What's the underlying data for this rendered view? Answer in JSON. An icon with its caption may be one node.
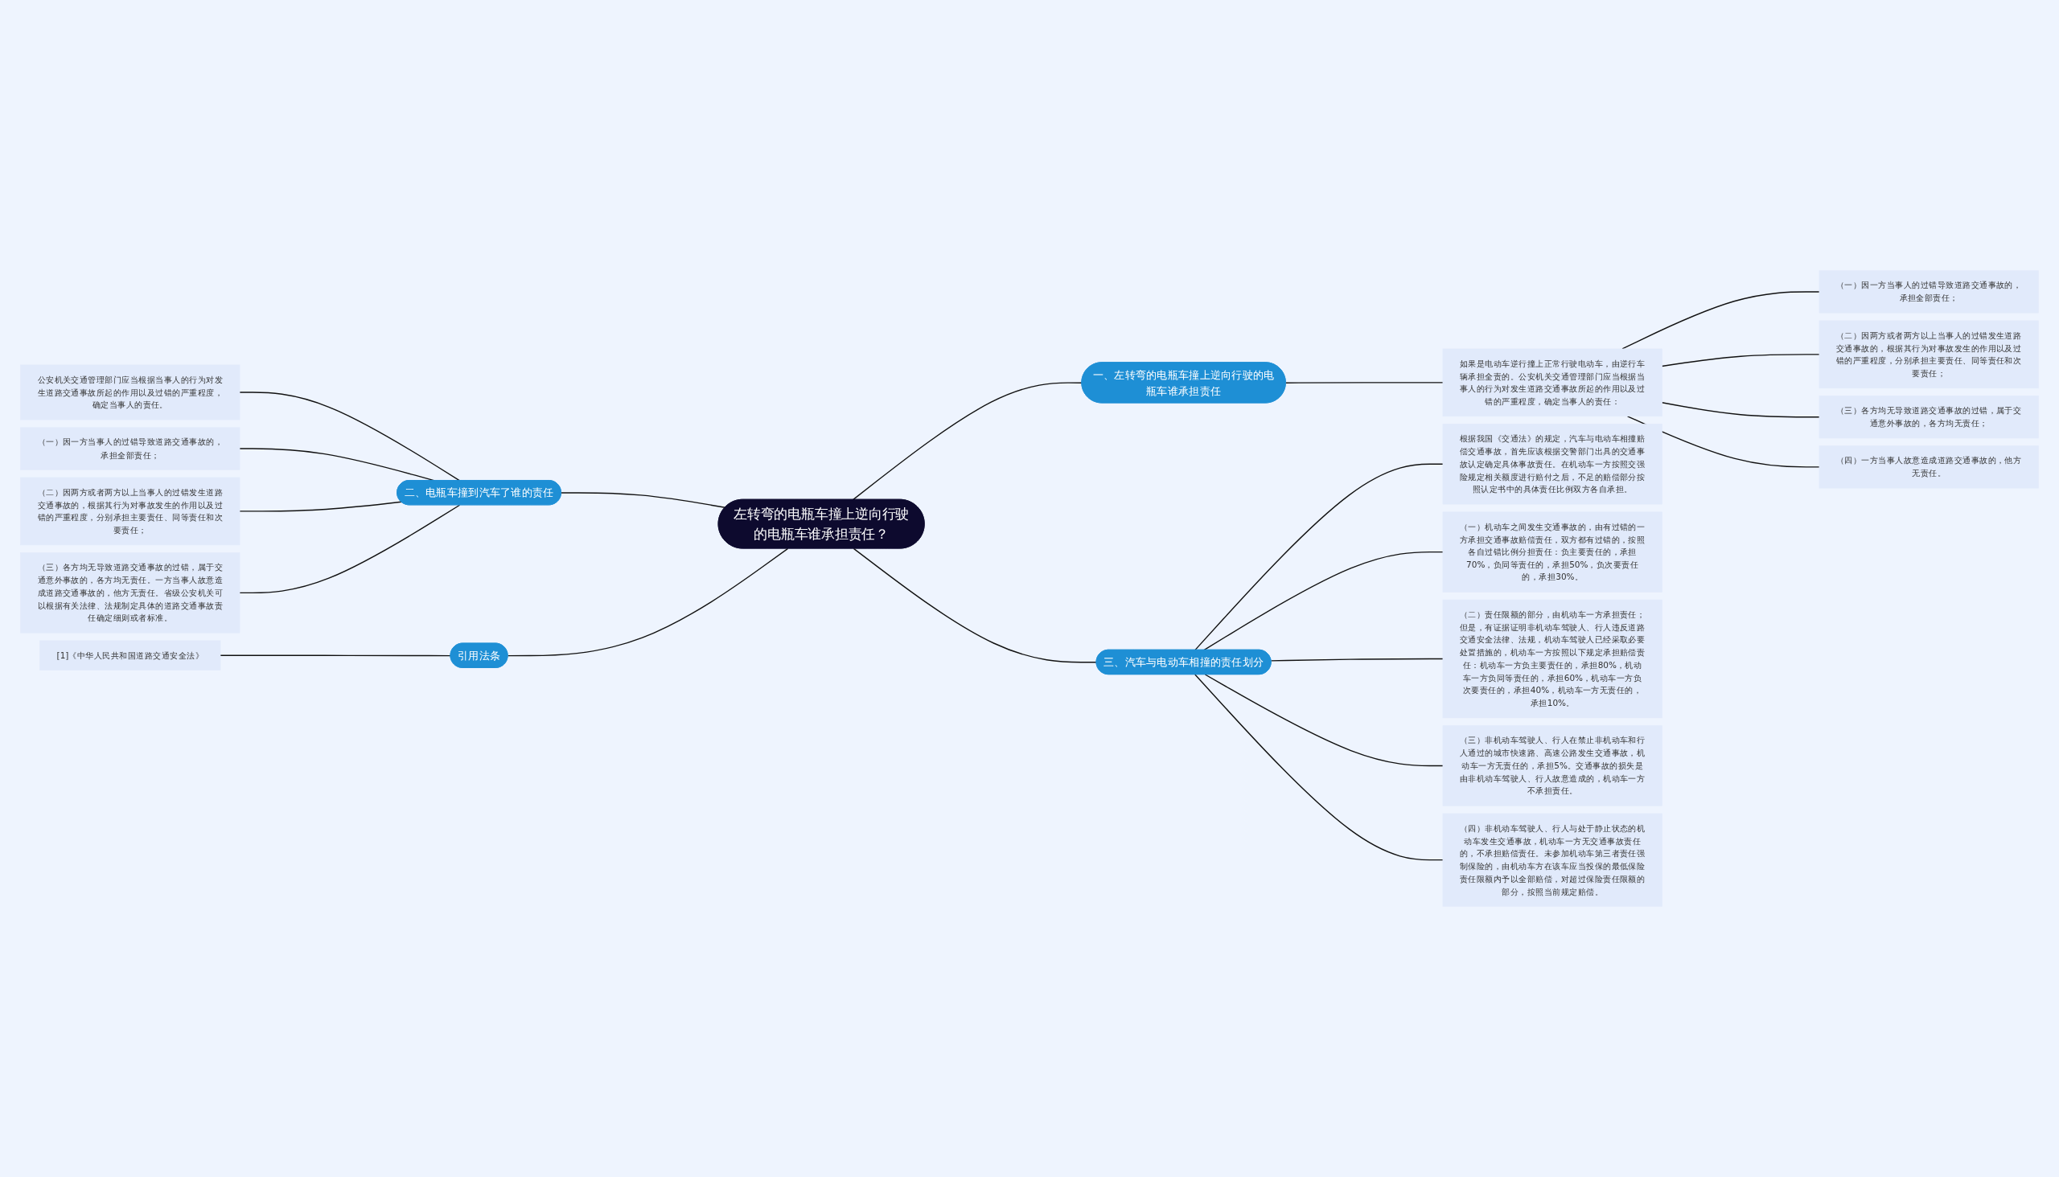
{
  "diagram": {
    "nodes": [
      {
        "text": [
          "左转弯的电瓶车撞上逆向行驶的电瓶车谁承担责任？"
        ]
      },
      {
        "text": [
          "一、左转弯的电瓶车撞上逆向行驶的电瓶车谁承担责任"
        ]
      },
      {
        "text": [
          "如果是电动车逆行撞上正常行驶电动车，由逆行车辆承担全责的。公安机关交通管理部门应当根据当事人的行为对发生道路交通事故所起的作用以及过错的严重程度，确定当事人的责任："
        ]
      },
      {
        "text": [
          "（一）因一方当事人的过错导致道路交通事故的，承担全部责任；"
        ]
      },
      {
        "text": [
          "（二）因两方或者两方以上当事人的过错发生道路交通事故的，根据其行为对事故发生的作用以及过错的严重程度，分别承担主要责任、同等责任和次要责任；"
        ]
      },
      {
        "text": [
          "（三）各方均无导致道路交通事故的过错，属于交通意外事故的，各方均无责任；"
        ]
      },
      {
        "text": [
          "（四）一方当事人故意造成道路交通事故的，他方无责任。"
        ]
      },
      {
        "text": [
          "二、电瓶车撞到汽车了谁的责任"
        ]
      },
      {
        "text": [
          "公安机关交通管理部门应当根据当事人的行为对发生道路交通事故所起的作用以及过错的严重程度，确定当事人的责任。"
        ]
      },
      {
        "text": [
          "（一）因一方当事人的过错导致道路交通事故的，承担全部责任；"
        ]
      },
      {
        "text": [
          "（二）因两方或者两方以上当事人的过错发生道路交通事故的，根据其行为对事故发生的作用以及过错的严重程度，分别承担主要责任、同等责任和次要责任；"
        ]
      },
      {
        "text": [
          "（三）各方均无导致道路交通事故的过错，属于交通意外事故的，各方均无责任。一方当事人故意造成道路交通事故的，他方无责任。省级公安机关可以根据有关法律、法规制定具体的道路交通事故责任确定细则或者标准。"
        ]
      },
      {
        "text": [
          "引用法条"
        ]
      },
      {
        "text": [
          "[1]《中华人民共和国道路交通安全法》"
        ]
      },
      {
        "text": [
          "三、汽车与电动车相撞的责任划分"
        ]
      },
      {
        "text": [
          "根据我国《交通法》的规定，汽车与电动车相撞赔偿交通事故，首先应该根据交警部门出具的交通事故认定确定具体事故责任。在机动车一方按照交强险规定相关额度进行赔付之后，不足的赔偿部分按照认定书中的具体责任比例双方各自承担。"
        ]
      },
      {
        "text": [
          "（一）机动车之间发生交通事故的，由有过错的一方承担交通事故赔偿责任，双方都有过错的，按照各自过错比例分担责任：负主要责任的，承担70%，负同等责任的，承担50%，负次要责任的，承担30%。"
        ]
      },
      {
        "text": [
          "（二）责任限额的部分，由机动车一方承担责任；但是，有证据证明非机动车驾驶人、行人违反道路交通安全法律、法规，机动车驾驶人已经采取必要处置措施的，机动车一方按照以下规定承担赔偿责任：机动车一方负主要责任的，承担80%，机动车一方负同等责任的，承担60%，机动车一方负次要责任的，承担40%，机动车一方无责任的，承担10%。"
        ]
      },
      {
        "text": [
          "（三）非机动车驾驶人、行人在禁止非机动车和行人通过的城市快速路、高速公路发生交通事故，机动车一方无责任的，承担5%。交通事故的损失是由非机动车驾驶人、行人故意造成的，机动车一方不承担责任。"
        ]
      },
      {
        "text": [
          "（四）非机动车驾驶人、行人与处于静止状态的机动车发生交通事故，机动车一方无交通事故责任的，不承担赔偿责任。未参加机动车第三者责任强制保险的，由机动车方在该车应当投保的最低保险责任限额内予以全部赔偿，对超过保险责任限额的部分，按照当前规定赔偿。"
        ]
      }
    ],
    "edges": [
      {
        "from": 0,
        "to": 1,
        "arrow": "none"
      },
      {
        "from": 1,
        "to": 2,
        "arrow": "none"
      },
      {
        "from": 2,
        "to": 3,
        "arrow": "none"
      },
      {
        "from": 2,
        "to": 4,
        "arrow": "none"
      },
      {
        "from": 2,
        "to": 5,
        "arrow": "none"
      },
      {
        "from": 2,
        "to": 6,
        "arrow": "none"
      },
      {
        "from": 0,
        "to": 7,
        "arrow": "none"
      },
      {
        "from": 7,
        "to": 8,
        "arrow": "none"
      },
      {
        "from": 7,
        "to": 9,
        "arrow": "none"
      },
      {
        "from": 7,
        "to": 10,
        "arrow": "none"
      },
      {
        "from": 7,
        "to": 11,
        "arrow": "none"
      },
      {
        "from": 0,
        "to": 12,
        "arrow": "none"
      },
      {
        "from": 12,
        "to": 13,
        "arrow": "none"
      },
      {
        "from": 0,
        "to": 14,
        "arrow": "none"
      },
      {
        "from": 14,
        "to": 15,
        "arrow": "none"
      },
      {
        "from": 14,
        "to": 16,
        "arrow": "none"
      },
      {
        "from": 14,
        "to": 17,
        "arrow": "none"
      },
      {
        "from": 14,
        "to": 18,
        "arrow": "none"
      },
      {
        "from": 14,
        "to": 19,
        "arrow": "none"
      }
    ]
  }
}
